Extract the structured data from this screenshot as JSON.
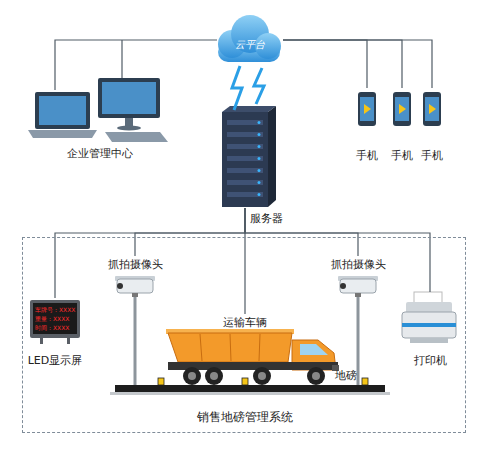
{
  "diagram": {
    "nodes": [
      {
        "text": [
          "云平台"
        ]
      },
      {
        "text": [
          "企业管理中心"
        ]
      },
      {
        "text": [
          "手机"
        ]
      },
      {
        "text": [
          "手机"
        ]
      },
      {
        "text": [
          "手机"
        ]
      },
      {
        "text": [
          "服务器"
        ]
      },
      {
        "text": [
          "销售地磅管理系统"
        ]
      },
      {
        "text": [
          "LED显示屏"
        ],
        "in": 6
      },
      {
        "text": [
          "抓拍摄像头"
        ],
        "in": 6
      },
      {
        "text": [
          "运输车辆"
        ],
        "in": 6
      },
      {
        "text": [
          "抓拍摄像头"
        ],
        "in": 6
      },
      {
        "text": [
          "打印机"
        ],
        "in": 6
      },
      {
        "text": [
          "地磅"
        ],
        "in": 6
      }
    ],
    "edges": [
      {
        "from": 0,
        "to": 1,
        "arrow": "none"
      },
      {
        "from": 0,
        "to": 2,
        "arrow": "none"
      },
      {
        "from": 0,
        "to": 3,
        "arrow": "none"
      },
      {
        "from": 0,
        "to": 4,
        "arrow": "none"
      },
      {
        "from": 0,
        "to": 5,
        "arrow": "none"
      },
      {
        "from": 5,
        "to": 7,
        "arrow": "none"
      },
      {
        "from": 5,
        "to": 8,
        "arrow": "none"
      },
      {
        "from": 5,
        "to": 9,
        "arrow": "none"
      },
      {
        "from": 5,
        "to": 10,
        "arrow": "none"
      },
      {
        "from": 5,
        "to": 11,
        "arrow": "none"
      }
    ],
    "labels": [
      "车牌号：XXXX",
      "重量：XXXX",
      "时间：XXXX"
    ]
  }
}
